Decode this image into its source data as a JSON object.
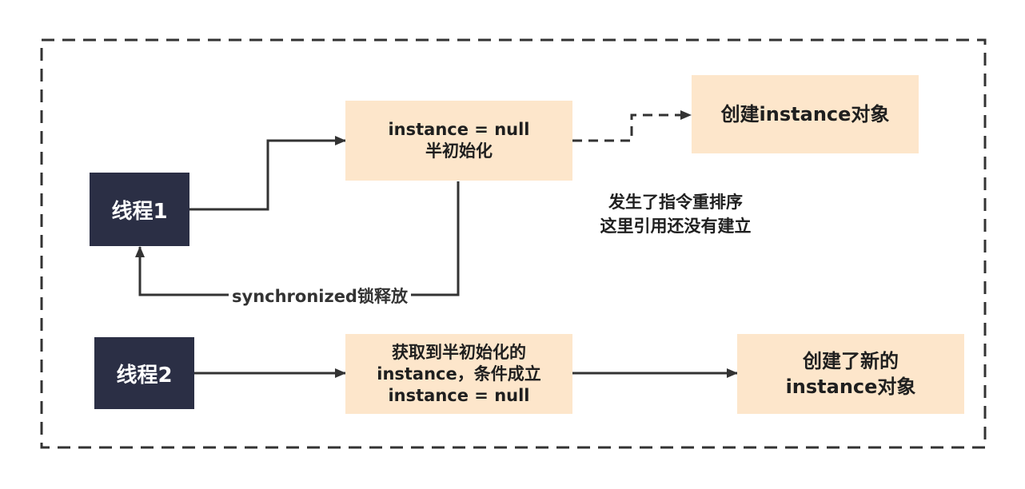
{
  "colors": {
    "thread_fill": "#2b2f45",
    "step_fill": "#fde6cb",
    "arrow": "#333333",
    "frame": "#333333"
  },
  "nodes": {
    "thread1": {
      "label": "线程1"
    },
    "thread2": {
      "label": "线程2"
    },
    "half_init": {
      "lines": [
        "instance = null",
        "半初始化"
      ]
    },
    "create_instance": {
      "label": "创建instance对象"
    },
    "get_half_init": {
      "lines": [
        "获取到半初始化的",
        "instance，条件成立",
        "instance = null"
      ]
    },
    "create_new": {
      "lines": [
        "创建了新的",
        "instance对象"
      ]
    }
  },
  "annotations": {
    "reorder_note": {
      "lines": [
        "发生了指令重排序",
        "这里引用还没有建立"
      ]
    }
  },
  "edges": {
    "lock_release_label": "synchronized锁释放"
  }
}
